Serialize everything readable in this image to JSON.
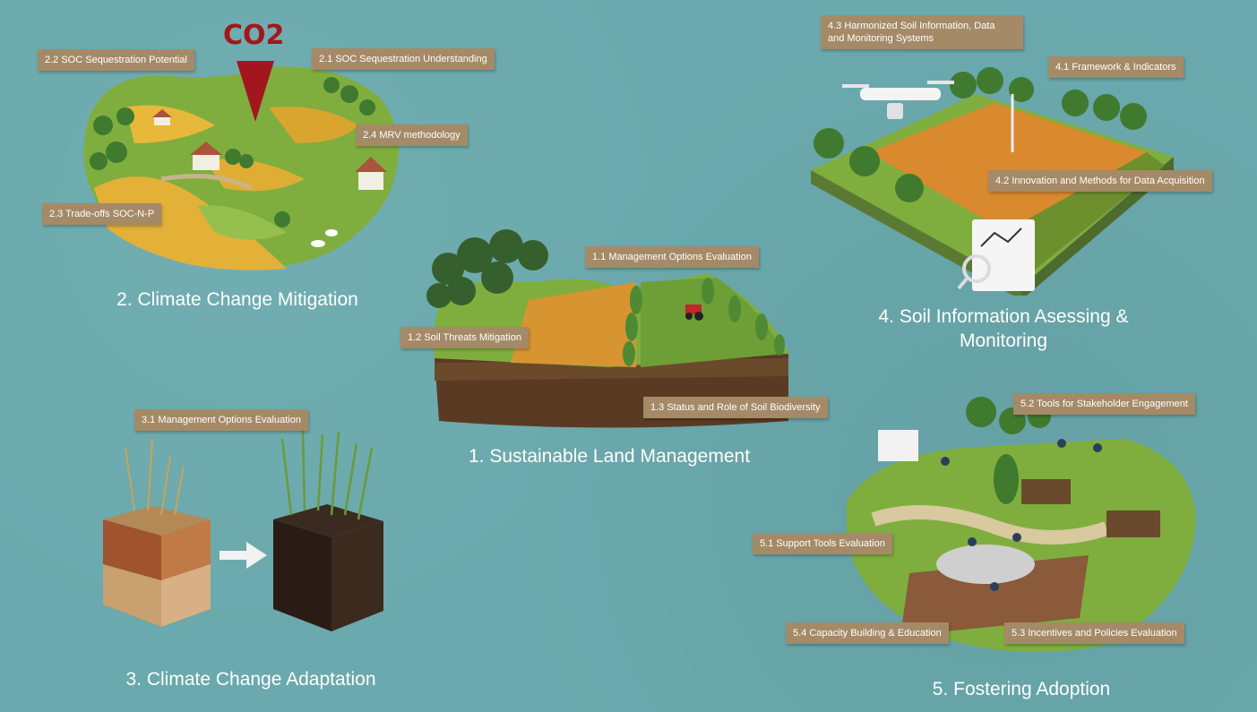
{
  "co2_marker": "CO2",
  "sections": {
    "mitigation": {
      "title": "2. Climate Change Mitigation",
      "labels": {
        "l22": "2.2 SOC Sequestration Potential",
        "l21": "2.1 SOC Sequestration Understanding",
        "l24": "2.4 MRV methodology",
        "l23": "2.3 Trade-offs SOC-N-P"
      }
    },
    "land": {
      "title": "1. Sustainable Land Management",
      "labels": {
        "l11": "1.1 Management Options Evaluation",
        "l12": "1.2 Soil Threats Mitigation",
        "l13": "1.3 Status and Role of Soil Biodiversity"
      }
    },
    "adaptation": {
      "title": "3. Climate Change Adaptation",
      "labels": {
        "l31": "3.1 Management Options Evaluation"
      }
    },
    "monitoring": {
      "title_line1": "4. Soil Information Asessing &",
      "title_line2": "Monitoring",
      "labels": {
        "l43_line1": "4.3 Harmonized Soil Information, Data",
        "l43_line2": "and Monitoring Systems",
        "l41": "4.1 Framework & Indicators",
        "l42": "4.2 Innovation and Methods for Data Acquisition"
      }
    },
    "adoption": {
      "title": "5. Fostering Adoption",
      "labels": {
        "l52": "5.2 Tools for Stakeholder Engagement",
        "l51": "5.1 Support Tools Evaluation",
        "l54": "5.4 Capacity Building & Education",
        "l53": "5.3 Incentives and Policies Evaluation"
      }
    }
  },
  "colors": {
    "background": "#6aa9ad",
    "label_bg": "#a58a67",
    "co2": "#a3161d",
    "grass": "#7fae3f",
    "wheat": "#e0a72d",
    "soil": "#5a3a22"
  }
}
